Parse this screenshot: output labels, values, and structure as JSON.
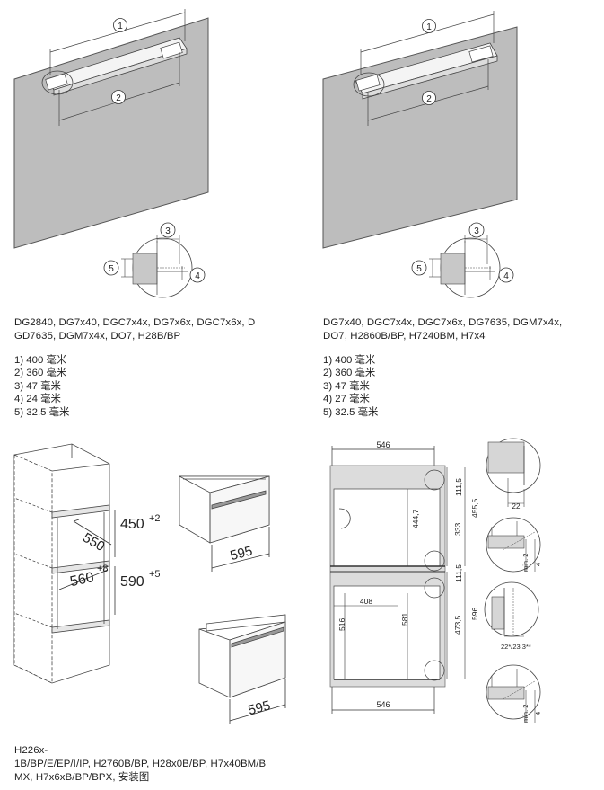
{
  "panel_left": {
    "markers": {
      "m1": "1",
      "m2": "2",
      "m3": "3",
      "m4": "4",
      "m5": "5"
    },
    "models_line1": "DG2840, DG7x40, DGC7x4x, DG7x6x, DGC7x6x, D",
    "models_line2": "GD7635, DGM7x4x, DO7, H28B/BP",
    "specs": [
      "1) 400 毫米",
      "2) 360 毫米",
      "3) 47 毫米",
      "4) 24 毫米",
      "5) 32.5 毫米"
    ]
  },
  "panel_right": {
    "markers": {
      "m1": "1",
      "m2": "2",
      "m3": "3",
      "m4": "4",
      "m5": "5"
    },
    "models_line1": "DG7x40, DGC7x4x, DGC7x6x, DG7635, DGM7x4x,",
    "models_line2": "DO7, H2860B/BP, H7240BM, H7x4",
    "specs": [
      "1) 400 毫米",
      "2) 360 毫米",
      "3) 47 毫米",
      "4) 27 毫米",
      "5) 32.5 毫米"
    ]
  },
  "niche": {
    "d550": "550",
    "d450": "450",
    "d450_tol": "+2",
    "d560": "560",
    "d560_tol": "+8",
    "d590": "590",
    "d590_tol": "+5",
    "w595_top": "595",
    "w595_bottom": "595"
  },
  "section": {
    "top_width": "546",
    "bottom_width": "546",
    "h111_top": "111,5",
    "h455": "455,5",
    "h444": "444,7",
    "h333": "333",
    "h111_mid": "111,5",
    "w408": "408",
    "h516": "516",
    "h581": "581",
    "h473": "473,5",
    "h596": "596",
    "gap22": "22",
    "min2_a": "min. 2",
    "gap4_a": "4",
    "gap22star": "22*/23,3**",
    "min2_b": "min. 2",
    "gap4_b": "4"
  },
  "footer": {
    "line1": "H226x-",
    "line2": "1B/BP/E/EP/I/IP, H2760B/BP, H28x0B/BP, H7x40BM/B",
    "line3": "MX, H7x6xB/BP/BPX, 安装图"
  }
}
